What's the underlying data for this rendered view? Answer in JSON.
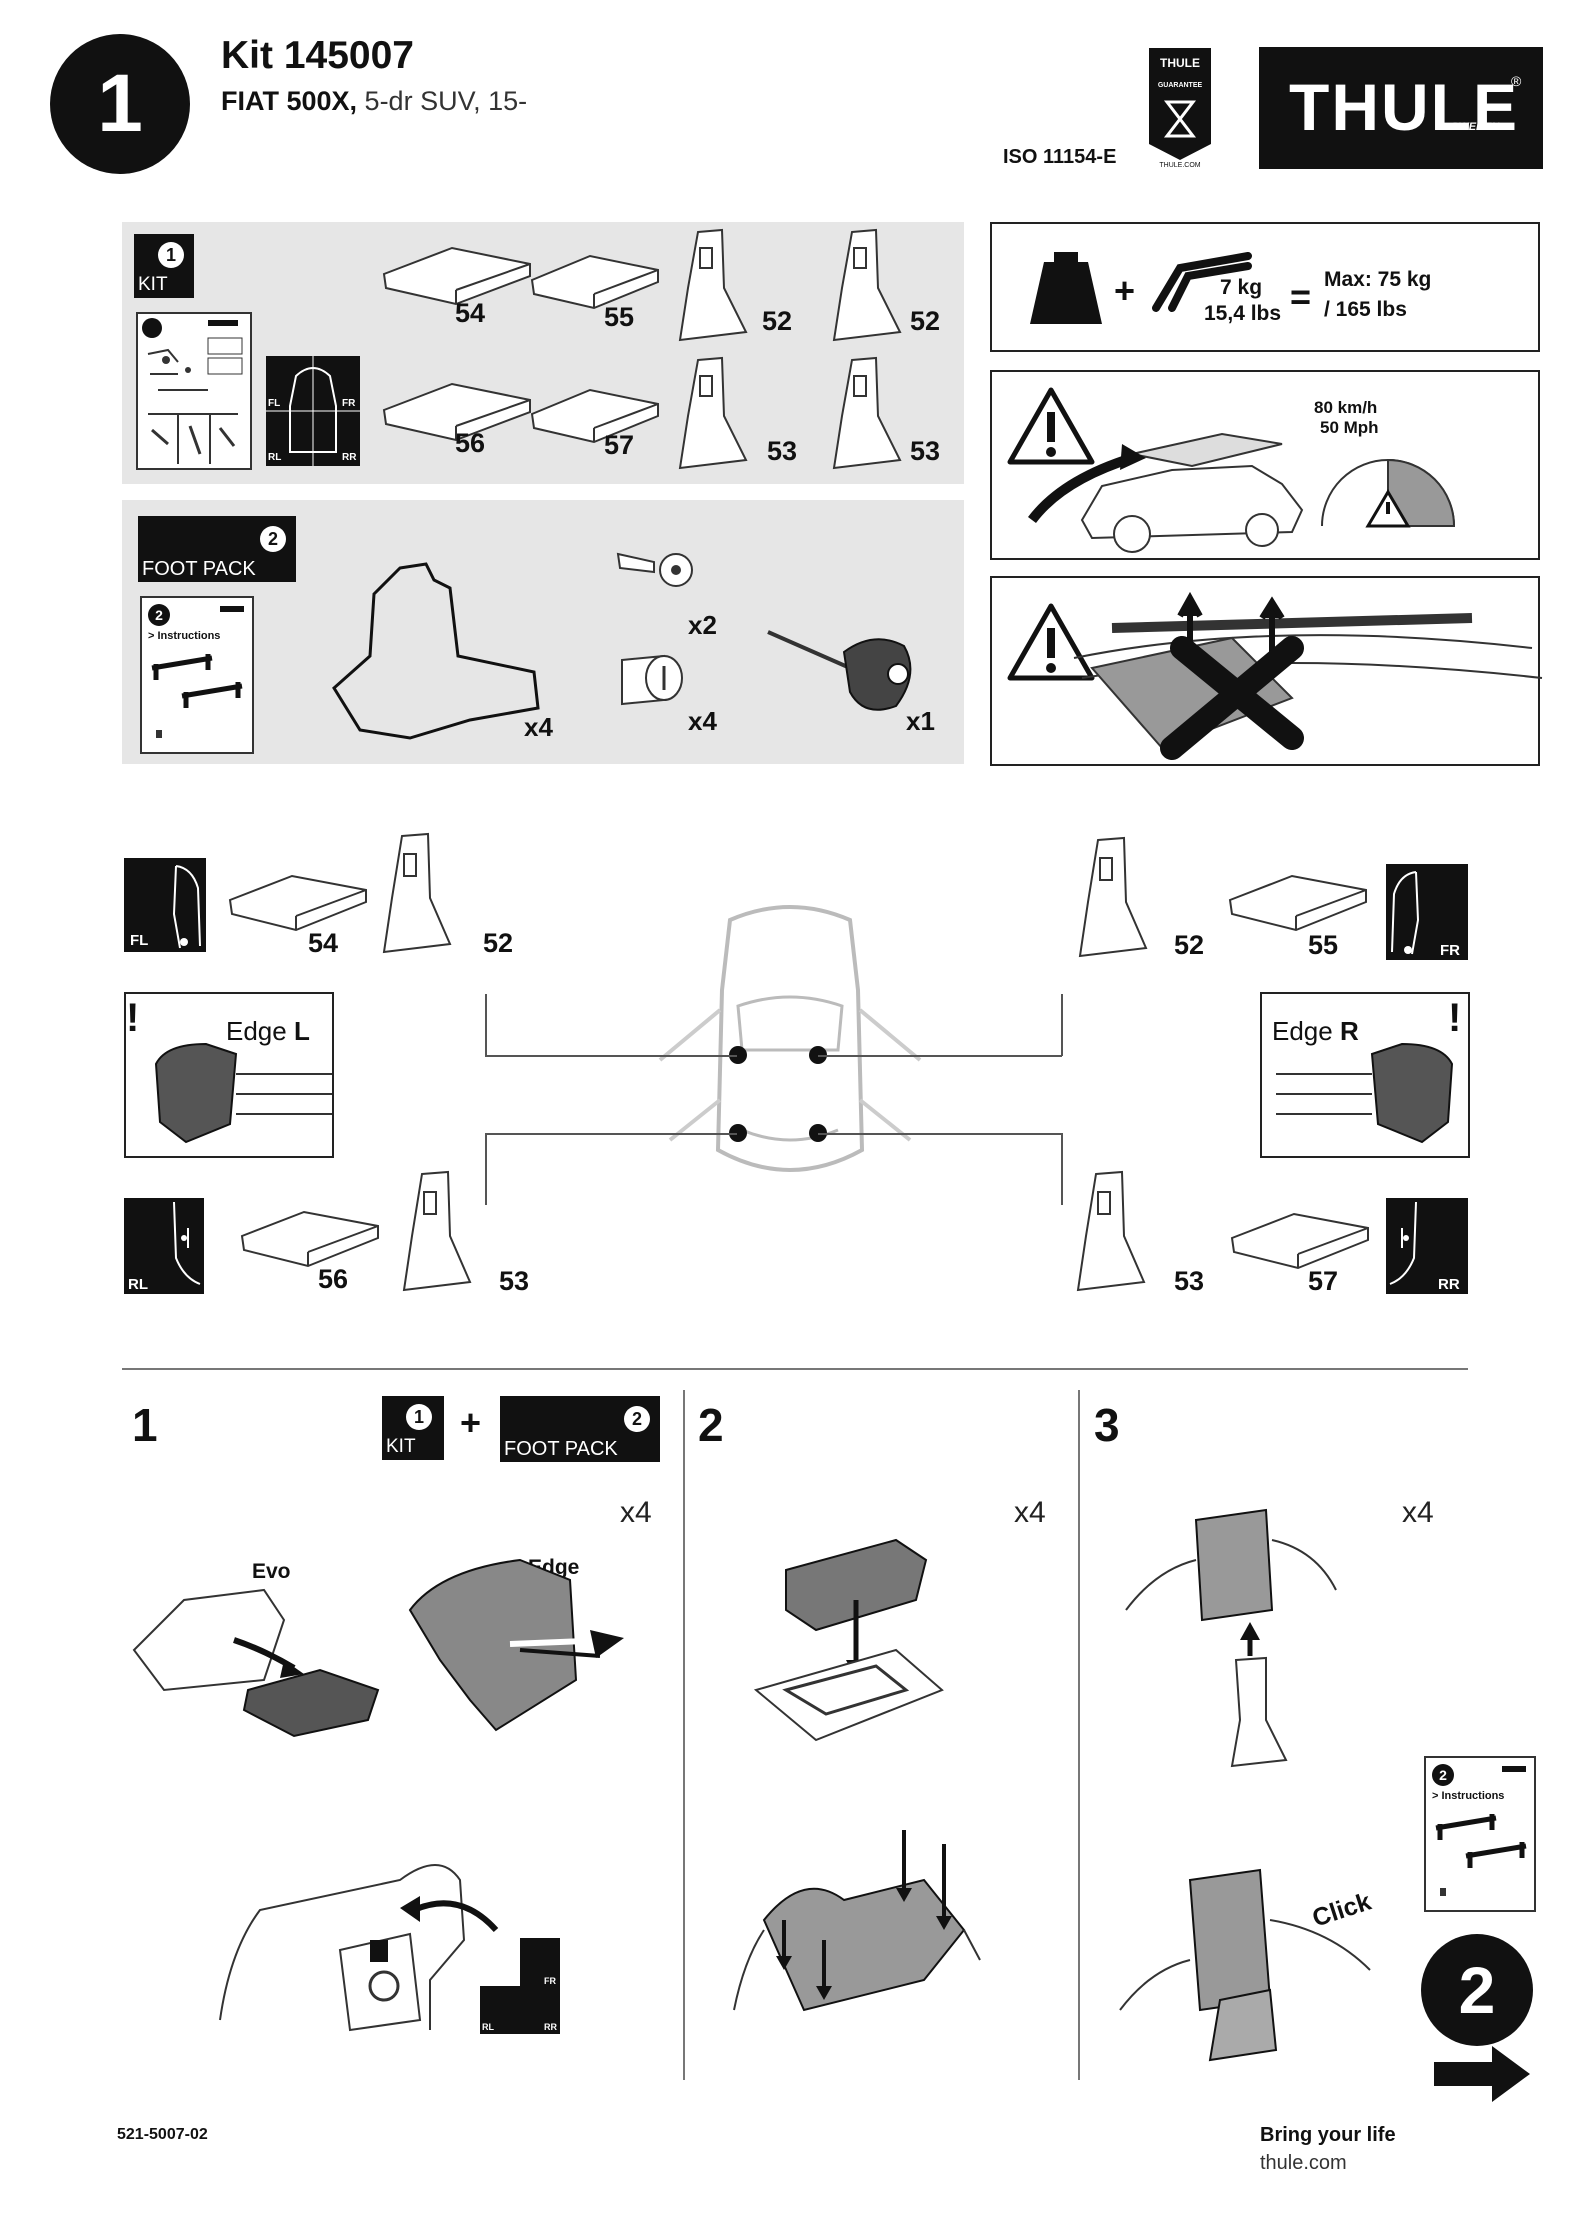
{
  "header": {
    "step_badge": "1",
    "kit_title": "Kit 145007",
    "vehicle_bold": "FIAT 500X,",
    "vehicle_rest": " 5-dr SUV, 15-",
    "iso": "ISO 11154-E",
    "guarantee_top": "THULE",
    "guarantee_mid": "GUARANTEE",
    "guarantee_bottom": "THULE.COM",
    "logo_text": "THULE",
    "logo_sub": "SWEDEN",
    "logo_reg": "®"
  },
  "kit_panel": {
    "badge": "1",
    "label": "KIT",
    "pads": [
      "54",
      "55",
      "56",
      "57"
    ],
    "feet": [
      "52",
      "52",
      "53",
      "53"
    ],
    "car_corners": [
      "FL",
      "FR",
      "RL",
      "RR"
    ]
  },
  "footpack_panel": {
    "badge": "2",
    "label": "FOOT PACK",
    "instructions_badge": "2",
    "instructions_label": "> Instructions",
    "foot_qty": "x4",
    "key_qty": "x2",
    "lock_qty": "x4",
    "tool_qty": "x1"
  },
  "warnings": {
    "weight_bag": "7 kg",
    "weight_bag_lbs": "15,4 lbs",
    "equals": "=",
    "plus": "+",
    "max_load": "Max: 75 kg",
    "max_load_lbs": "/ 165 lbs",
    "speed_kmh": "80 km/h",
    "speed_mph": "50 Mph"
  },
  "placement": {
    "fl": {
      "corner": "FL",
      "pad": "54",
      "foot": "52"
    },
    "fr": {
      "corner": "FR",
      "pad": "55",
      "foot": "52"
    },
    "rl": {
      "corner": "RL",
      "pad": "56",
      "foot": "53"
    },
    "rr": {
      "corner": "RR",
      "pad": "57",
      "foot": "53"
    },
    "edge_l_word": "Edge ",
    "edge_l_bold": "L",
    "edge_r_word": "Edge ",
    "edge_r_bold": "R"
  },
  "steps": {
    "s1_num": "1",
    "s1_kit_badge": "1",
    "s1_kit_label": "KIT",
    "s1_plus": "+",
    "s1_fp_badge": "2",
    "s1_fp_label": "FOOT PACK",
    "s1_qty": "x4",
    "s1_evo": "Evo",
    "s1_edge": "Edge",
    "s1_corners": [
      "FR",
      "RL",
      "RR"
    ],
    "s2_num": "2",
    "s2_qty": "x4",
    "s3_num": "3",
    "s3_qty": "x4",
    "s3_inst_badge": "2",
    "s3_inst_label": "> Instructions",
    "s3_click": "Click",
    "next_badge": "2"
  },
  "footer": {
    "doc_number": "521-5007-02",
    "tagline": "Bring your life",
    "website": "thule.com"
  }
}
